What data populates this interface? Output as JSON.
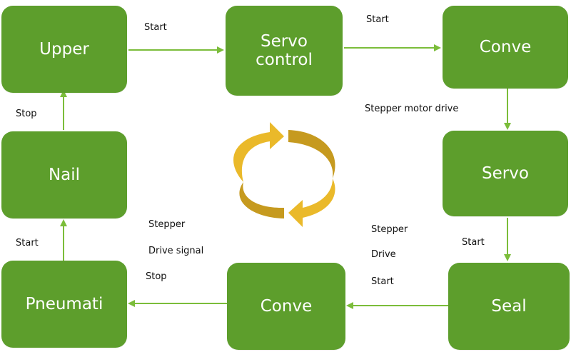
{
  "colors": {
    "node_fill": "#5d9e2c",
    "edge": "#7bbd3a",
    "cycle_light": "#eab92a",
    "cycle_dark": "#c69a1f"
  },
  "nodes": {
    "upper": "Upper",
    "servo_control": "Servo\ncontrol",
    "conve_top": "Conve",
    "servo": "Servo",
    "seal": "Seal",
    "conve_bottom": "Conve",
    "pneumati": "Pneumati",
    "nail": "Nail"
  },
  "edge_labels": {
    "upper_to_servo_control": "Start",
    "servo_control_to_conve": "Start",
    "conve_to_servo": "Stepper motor drive",
    "servo_to_seal": "Start",
    "seal_to_conve_line1": "Stepper",
    "seal_to_conve_line2": "Drive",
    "seal_to_conve_line3": "Start",
    "conve_to_pneumati_line1": "Stepper",
    "conve_to_pneumati_line2": "Drive signal",
    "conve_to_pneumati_line3": "Stop",
    "pneumati_to_nail": "Start",
    "nail_to_upper": "Stop"
  },
  "center_icon": "cycle-arrows-icon"
}
